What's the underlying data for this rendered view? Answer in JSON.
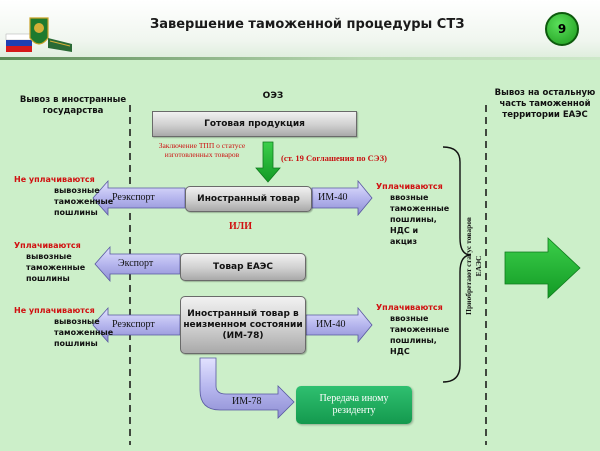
{
  "title": "Завершение таможенной процедуры СТЗ",
  "page_number": "9",
  "headings": {
    "left": [
      "Вывоз в иностранные",
      "государства"
    ],
    "center": "ОЭЗ",
    "right": [
      "Вывоз на остальную",
      "часть таможенной",
      "территории ЕАЭС"
    ]
  },
  "boxes": {
    "finished": "Готовая продукция",
    "foreign": "Иностранный товар",
    "eaes": "Товар ЕАЭС",
    "unchanged": [
      "Иностранный товар в",
      "неизменном состоянии",
      "(ИМ-78)"
    ],
    "transfer": [
      "Передача иному",
      "резиденту"
    ]
  },
  "conclusion_note": [
    "Заключение ТПП о статусе",
    "изготовленных товаров"
  ],
  "article_ref": "(ст. 19 Соглашения по СЭЗ)",
  "ili": "ИЛИ",
  "arrows": {
    "reexport": "Реэкспорт",
    "export": "Экспорт",
    "im40": "ИМ-40",
    "im78": "ИМ-78"
  },
  "left_notes": {
    "n1": {
      "red": "Не уплачиваются",
      "text": [
        "вывозные",
        "таможенные",
        "пошлины"
      ]
    },
    "n2": {
      "red": "Уплачиваются",
      "text": [
        "вывозные",
        "таможенные",
        "пошлины"
      ]
    },
    "n3": {
      "red": "Не уплачиваются",
      "text": [
        "вывозные",
        "таможенные",
        "пошлины"
      ]
    }
  },
  "right_notes": {
    "n1": {
      "red": "Уплачиваются",
      "text": [
        "ввозные",
        "таможенные",
        "пошлины, НДС и",
        "акциз"
      ]
    },
    "n2": {
      "red": "Уплачиваются",
      "text": [
        "ввозные",
        "таможенные",
        "пошлины, НДС"
      ]
    }
  },
  "vertical_text": [
    "Приобретают статус товаров",
    "ЕАЭС"
  ]
}
